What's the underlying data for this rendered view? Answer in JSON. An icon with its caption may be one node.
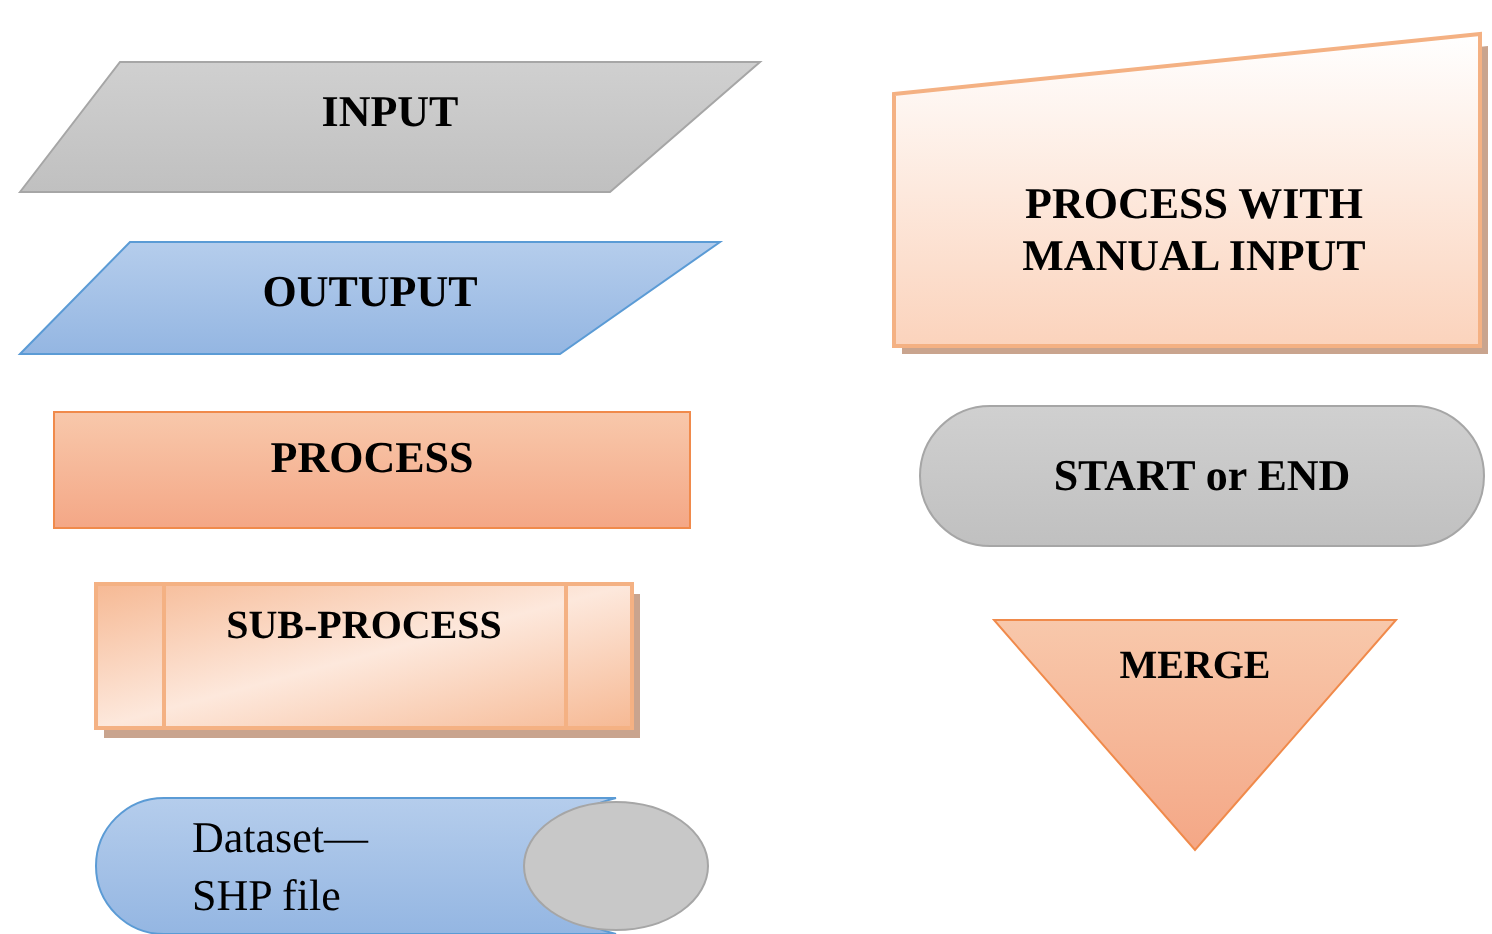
{
  "diagram": {
    "nodes": [
      {
        "text": [
          "INPUT"
        ]
      },
      {
        "text": [
          "OUTUPUT"
        ]
      },
      {
        "text": [
          "PROCESS"
        ]
      },
      {
        "text": [
          "SUB-PROCESS"
        ]
      },
      {
        "text": [
          "Dataset— SHP file"
        ]
      },
      {
        "text": [
          "PROCESS WITH MANUAL INPUT"
        ]
      },
      {
        "text": [
          "START or END"
        ]
      },
      {
        "text": [
          "MERGE"
        ]
      }
    ]
  }
}
